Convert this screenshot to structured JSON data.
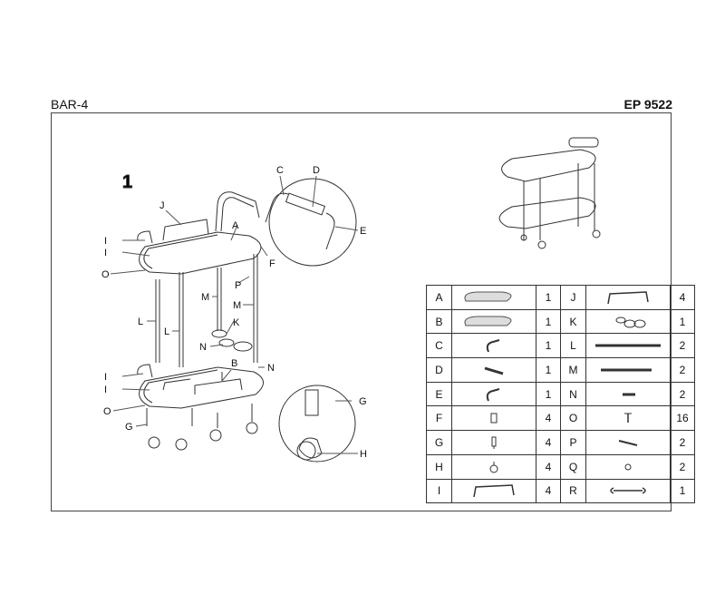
{
  "header": {
    "model": "BAR-4",
    "code": "EP 9522"
  },
  "step": "1",
  "callouts": [
    "A",
    "B",
    "C",
    "D",
    "E",
    "F",
    "G",
    "H",
    "I",
    "I",
    "I",
    "I",
    "J",
    "K",
    "L",
    "L",
    "M",
    "M",
    "N",
    "N",
    "O",
    "O",
    "P",
    "G"
  ],
  "parts_left": [
    {
      "letter": "A",
      "qty": "1",
      "icon": "oval-glass-shelf-icon"
    },
    {
      "letter": "B",
      "qty": "1",
      "icon": "oval-glass-shelf-icon"
    },
    {
      "letter": "C",
      "qty": "1",
      "icon": "curved-handle-tube-icon"
    },
    {
      "letter": "D",
      "qty": "1",
      "icon": "handle-grip-icon"
    },
    {
      "letter": "E",
      "qty": "1",
      "icon": "curved-handle-tube-icon"
    },
    {
      "letter": "F",
      "qty": "4",
      "icon": "connector-sleeve-icon"
    },
    {
      "letter": "G",
      "qty": "4",
      "icon": "caster-stem-icon"
    },
    {
      "letter": "H",
      "qty": "4",
      "icon": "caster-wheel-icon"
    },
    {
      "letter": "I",
      "qty": "4",
      "icon": "shelf-rail-icon"
    }
  ],
  "parts_right": [
    {
      "letter": "J",
      "qty": "4",
      "icon": "long-rail-icon"
    },
    {
      "letter": "K",
      "qty": "1",
      "icon": "bottle-ring-holder-icon"
    },
    {
      "letter": "L",
      "qty": "2",
      "icon": "long-leg-tube-icon"
    },
    {
      "letter": "M",
      "qty": "2",
      "icon": "medium-leg-tube-icon"
    },
    {
      "letter": "N",
      "qty": "2",
      "icon": "short-leg-tube-icon"
    },
    {
      "letter": "O",
      "qty": "16",
      "icon": "screw-icon"
    },
    {
      "letter": "P",
      "qty": "2",
      "icon": "bolt-icon"
    },
    {
      "letter": "Q",
      "qty": "2",
      "icon": "washer-icon"
    },
    {
      "letter": "R",
      "qty": "1",
      "icon": "wrench-icon"
    }
  ]
}
